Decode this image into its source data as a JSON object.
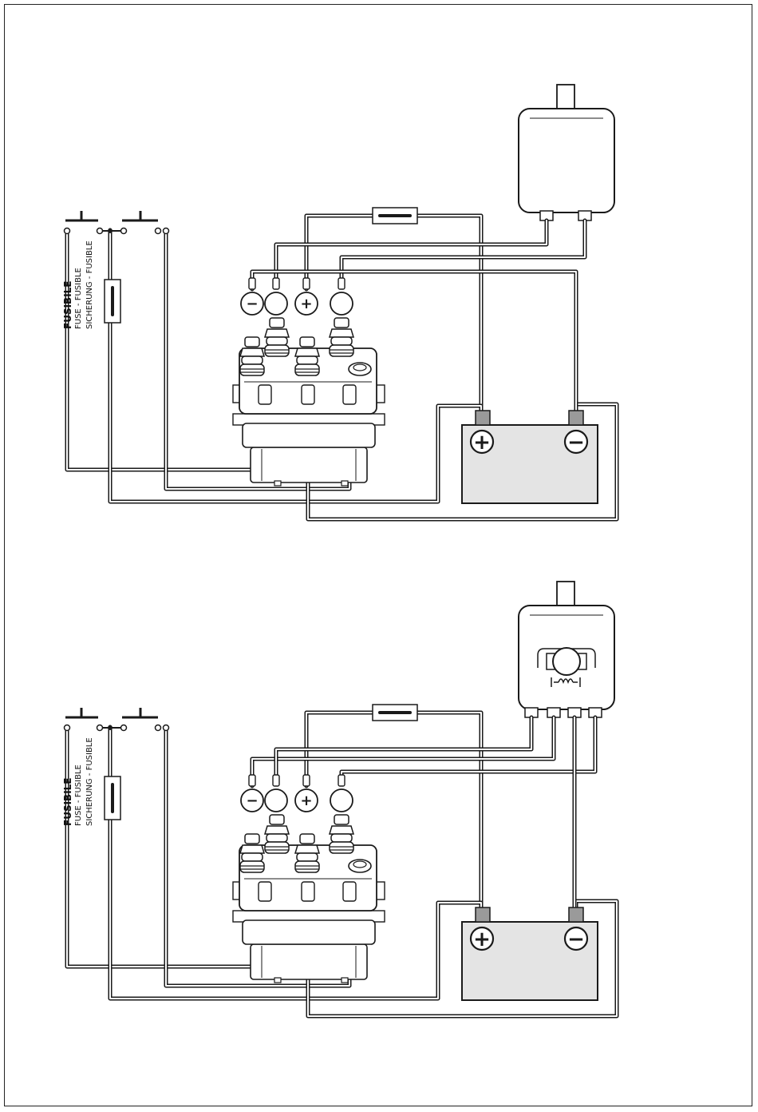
{
  "diagrams": [
    {
      "id": "top",
      "motor": "two-terminal",
      "fuse_label": {
        "line1": "FUSIBILE",
        "line2": "FUSE - FUSIBLE",
        "line3": "SICHERUNG - FUSIBLE"
      },
      "battery": {
        "positive_symbol": "+",
        "negative_symbol": "−"
      },
      "ring_terminal_symbols": [
        "−",
        "",
        "+",
        ""
      ]
    },
    {
      "id": "bottom",
      "motor": "four-terminal-with-field-coil",
      "fuse_label": {
        "line1": "FUSIBILE",
        "line2": "FUSE - FUSIBLE",
        "line3": "SICHERUNG - FUSIBLE"
      },
      "battery": {
        "positive_symbol": "+",
        "negative_symbol": "−"
      },
      "ring_terminal_symbols": [
        "−",
        "",
        "+",
        ""
      ]
    }
  ],
  "colors": {
    "line": "#1a1a1a",
    "battery_fill": "#e4e4e4",
    "terminal_fill": "#9a9a9a",
    "background": "#ffffff"
  }
}
